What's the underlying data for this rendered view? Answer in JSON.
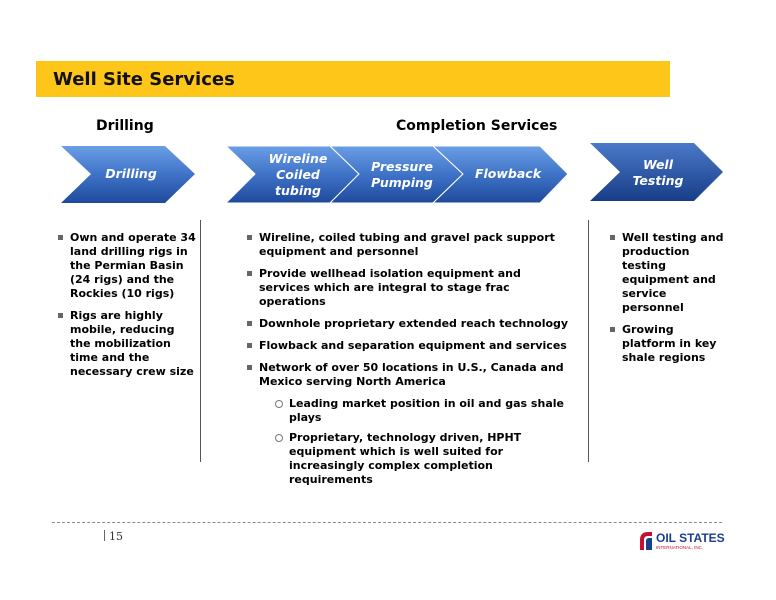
{
  "header": {
    "title": "Well Site Services"
  },
  "sections": {
    "drilling": "Drilling",
    "completion": "Completion Services"
  },
  "arrows": {
    "drilling": "Drilling",
    "wireline_line1": "Wireline",
    "wireline_line2": "Coiled tubing",
    "pressure_line1": "Pressure",
    "pressure_line2": "Pumping",
    "flowback": "Flowback",
    "well_line1": "Well",
    "well_line2": "Testing"
  },
  "columns": {
    "drilling": [
      "Own and operate 34 land drilling rigs in the Permian Basin (24 rigs) and the Rockies (10 rigs)",
      "Rigs are highly mobile, reducing the mobilization time and the necessary crew size"
    ],
    "completion": [
      "Wireline, coiled tubing and gravel pack support equipment and personnel",
      "Provide wellhead isolation equipment and services which are integral to stage frac operations",
      "Downhole proprietary extended reach technology",
      "Flowback and separation equipment and services",
      "Network of over 50 locations in U.S., Canada and Mexico serving North America"
    ],
    "completion_sub": [
      "Leading market position in oil and gas shale plays",
      "Proprietary, technology driven, HPHT equipment which is well suited for increasingly complex completion requirements"
    ],
    "testing": [
      "Well testing and production testing equipment and service personnel",
      "Growing platform in key shale regions"
    ]
  },
  "footer": {
    "page": "15",
    "logo_text": "OIL STATES",
    "logo_sub": "INTERNATIONAL, INC."
  },
  "colors": {
    "title_bar": "#ffc61a",
    "arrow_light": "#4a7fd0",
    "arrow_dark": "#1f4a9a"
  }
}
